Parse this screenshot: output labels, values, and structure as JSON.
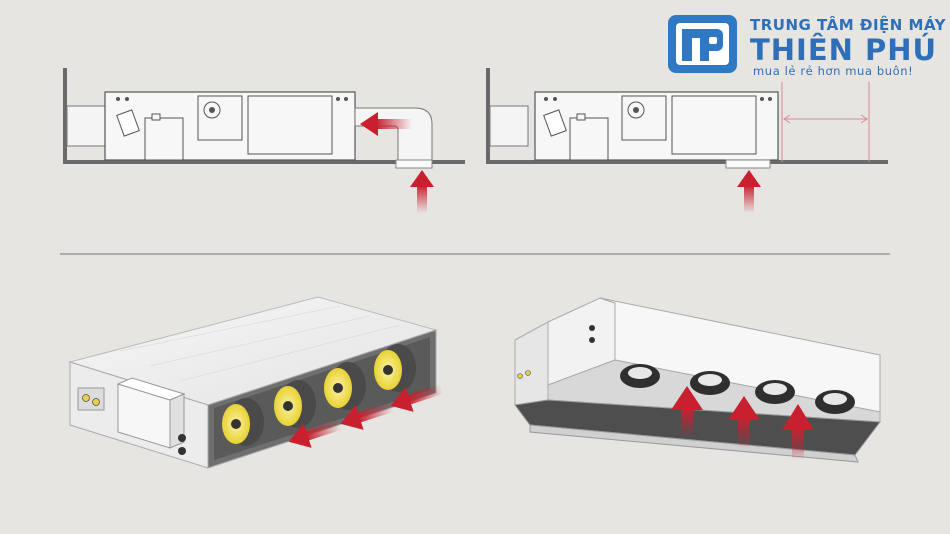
{
  "brand": {
    "line1": "TRUNG TÂM ĐIỆN MÁY ®",
    "line2": "THIÊN PHÚ",
    "tagline": "mua lẻ rẻ hơn mua buôn!"
  },
  "colors": {
    "background": "#e6e5e1",
    "brand_blue": "#2f6fb8",
    "airflow_red": "#c8202f",
    "unit_outline": "#555555",
    "fan_yellow": "#f4e35a"
  },
  "panels": [
    {
      "id": "side-view-rear-intake",
      "icon": "ducted-unit-side-view-rear-intake-icon"
    },
    {
      "id": "side-view-bottom-intake",
      "icon": "ducted-unit-side-view-bottom-intake-icon"
    },
    {
      "id": "iso-view-rear-intake",
      "icon": "ducted-unit-isometric-rear-intake-icon"
    },
    {
      "id": "iso-view-bottom-intake",
      "icon": "ducted-unit-isometric-bottom-intake-icon"
    }
  ]
}
